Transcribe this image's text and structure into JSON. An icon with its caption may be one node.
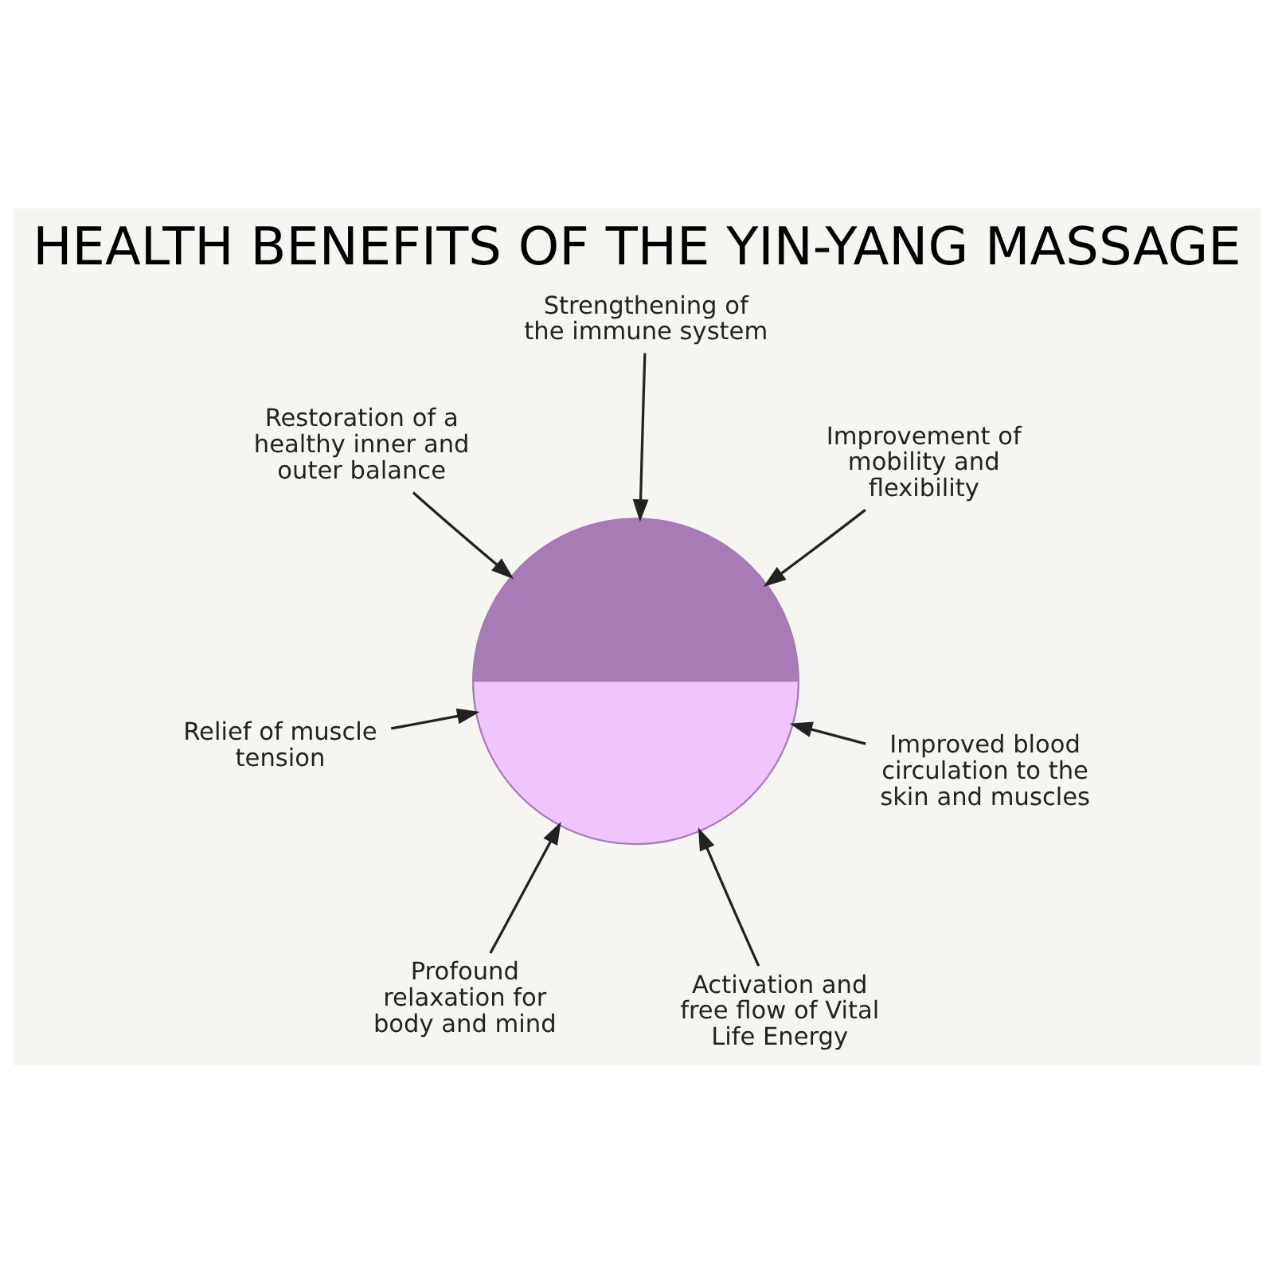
{
  "diagram": {
    "title": "HEALTH BENEFITS OF THE YIN-YANG MASSAGE",
    "nodes": [
      {
        "text": [
          "Relief of muscle tension"
        ]
      },
      {
        "text": [
          "Improved blood circulation to the skin and muscles"
        ]
      },
      {
        "text": [
          "Activation and free flow of Vital Life Energy"
        ]
      },
      {
        "text": [
          "Strengthening of the immune system"
        ]
      },
      {
        "text": [
          "Improvement of mobility and flexibility"
        ]
      },
      {
        "text": [
          "Restoration of a healthy inner and outer balance"
        ]
      },
      {
        "text": [
          "Profound relaxation for body and mind"
        ]
      },
      {
        "text": [],
        "shape": "circle"
      }
    ],
    "edges": [
      {
        "from": 0,
        "to": 7,
        "arrow": "to"
      },
      {
        "from": 1,
        "to": 7,
        "arrow": "to"
      },
      {
        "from": 2,
        "to": 7,
        "arrow": "to"
      },
      {
        "from": 3,
        "to": 7,
        "arrow": "to"
      },
      {
        "from": 4,
        "to": 7,
        "arrow": "to"
      },
      {
        "from": 5,
        "to": 7,
        "arrow": "to"
      },
      {
        "from": 6,
        "to": 7,
        "arrow": "to"
      }
    ]
  }
}
